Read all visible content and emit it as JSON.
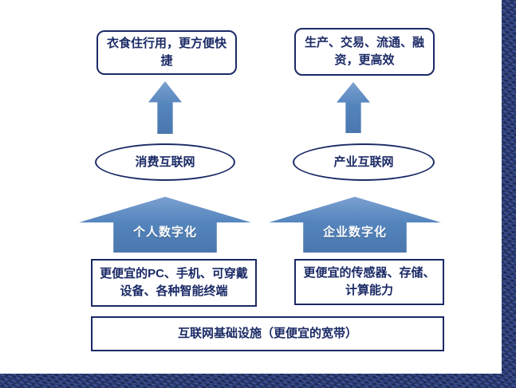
{
  "columns": {
    "left": {
      "outcome": "衣食住行用，更方便快捷",
      "network": "消费互联网",
      "digitalization": "个人数字化",
      "enablers": "更便宜的PC、手机、可穿戴设备、各种智能终端"
    },
    "right": {
      "outcome": "生产、交易、流通、融资，更高效",
      "network": "产业互联网",
      "digitalization": "企业数字化",
      "enablers": "更便宜的传感器、存储、计算能力"
    }
  },
  "foundation": "互联网基础设施（更便宜的宽带）",
  "colors": {
    "box_border": "#1b2a66",
    "text": "#1b2a66",
    "arrow_fill": "#5585be",
    "arrow_label": "#ffffff",
    "edge_band": "#243571",
    "background": "#ffffff"
  }
}
